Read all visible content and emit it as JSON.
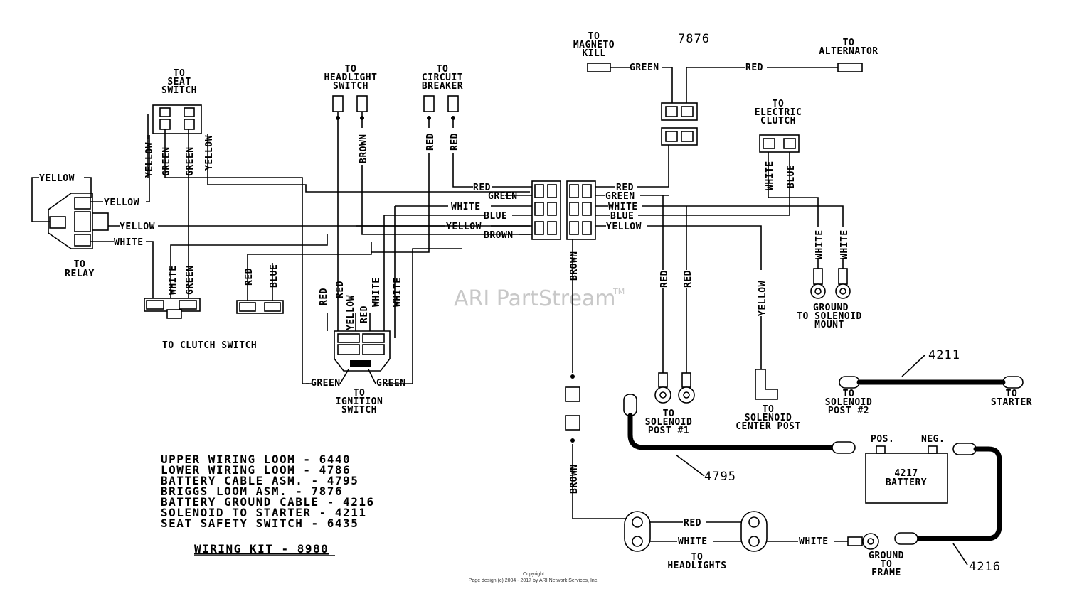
{
  "labels": {
    "to_seat_switch": [
      "TO",
      "SEAT",
      "SWITCH"
    ],
    "to_relay": [
      "TO",
      "RELAY"
    ],
    "to_clutch_switch": "TO CLUTCH SWITCH",
    "to_headlight_switch": [
      "TO",
      "HEADLIGHT",
      "SWITCH"
    ],
    "to_circuit_breaker": [
      "TO",
      "CIRCUIT",
      "BREAKER"
    ],
    "to_ignition_switch": [
      "TO",
      "IGNITION",
      "SWITCH"
    ],
    "to_magneto_kill": [
      "TO",
      "MAGNETO",
      "KILL"
    ],
    "part_7876": "7876",
    "to_alternator": [
      "TO",
      "ALTERNATOR"
    ],
    "to_electric_clutch": [
      "TO",
      "ELECTRIC",
      "CLUTCH"
    ],
    "ground_to_solenoid_mount": [
      "GROUND",
      "TO SOLENOID",
      "MOUNT"
    ],
    "to_solenoid_post_1": [
      "TO",
      "SOLENOID",
      "POST #1"
    ],
    "to_solenoid_center_post": [
      "TO",
      "SOLENOID",
      "CENTER POST"
    ],
    "to_solenoid_post_2": [
      "TO",
      "SOLENOID",
      "POST #2"
    ],
    "to_starter": [
      "TO",
      "STARTER"
    ],
    "part_4211": "4211",
    "part_4795": "4795",
    "part_4216": "4216",
    "pos": "POS.",
    "neg": "NEG.",
    "battery": [
      "4217",
      "BATTERY"
    ],
    "to_headlights": [
      "TO",
      "HEADLIGHTS"
    ],
    "ground_to_frame": [
      "GROUND",
      "TO",
      "FRAME"
    ]
  },
  "wires": {
    "yellow": "YELLOW",
    "green": "GREEN",
    "white": "WHITE",
    "red": "RED",
    "blue": "BLUE",
    "brown": "BROWN"
  },
  "legend": [
    "UPPER WIRING LOOM - 6440",
    "LOWER WIRING LOOM - 4786",
    "BATTERY CABLE ASM. - 4795",
    "BRIGGS LOOM ASM. - 7876",
    "BATTERY GROUND CABLE - 4216",
    "SOLENOID TO STARTER - 4211",
    "SEAT SAFETY SWITCH - 6435"
  ],
  "kit": "WIRING KIT - 8980",
  "watermark": "ARI PartStream",
  "trademark": "TM",
  "copyright": [
    "Copyright",
    "Page design (c) 2004 - 2017 by ARI Network Services, Inc."
  ]
}
